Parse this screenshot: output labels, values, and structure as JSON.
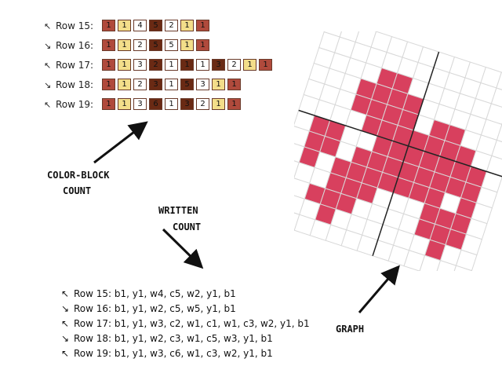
{
  "colors": {
    "b": "#b04a3c",
    "y": "#f3de8a",
    "w": "#ffffff",
    "c": "#6a2a14",
    "graph_fill": "#d8405e",
    "grid": "#d8d8d8",
    "axis": "#222222"
  },
  "color_block_rows": [
    {
      "label": "Row 15:",
      "arrow": "↖",
      "blocks": [
        {
          "c": "b",
          "n": "1"
        },
        {
          "c": "y",
          "n": "1"
        },
        {
          "c": "w",
          "n": "4"
        },
        {
          "c": "c",
          "n": "5"
        },
        {
          "c": "w",
          "n": "2"
        },
        {
          "c": "y",
          "n": "1"
        },
        {
          "c": "b",
          "n": "1"
        }
      ]
    },
    {
      "label": "Row 16:",
      "arrow": "↘",
      "blocks": [
        {
          "c": "b",
          "n": "1"
        },
        {
          "c": "y",
          "n": "1"
        },
        {
          "c": "w",
          "n": "2"
        },
        {
          "c": "c",
          "n": "5"
        },
        {
          "c": "w",
          "n": "5"
        },
        {
          "c": "y",
          "n": "1"
        },
        {
          "c": "b",
          "n": "1"
        }
      ]
    },
    {
      "label": "Row 17:",
      "arrow": "↖",
      "blocks": [
        {
          "c": "b",
          "n": "1"
        },
        {
          "c": "y",
          "n": "1"
        },
        {
          "c": "w",
          "n": "3"
        },
        {
          "c": "c",
          "n": "2"
        },
        {
          "c": "w",
          "n": "1"
        },
        {
          "c": "c",
          "n": "1"
        },
        {
          "c": "w",
          "n": "1"
        },
        {
          "c": "c",
          "n": "3"
        },
        {
          "c": "w",
          "n": "2"
        },
        {
          "c": "y",
          "n": "1"
        },
        {
          "c": "b",
          "n": "1"
        }
      ]
    },
    {
      "label": "Row 18:",
      "arrow": "↘",
      "blocks": [
        {
          "c": "b",
          "n": "1"
        },
        {
          "c": "y",
          "n": "1"
        },
        {
          "c": "w",
          "n": "2"
        },
        {
          "c": "c",
          "n": "3"
        },
        {
          "c": "w",
          "n": "1"
        },
        {
          "c": "c",
          "n": "5"
        },
        {
          "c": "w",
          "n": "3"
        },
        {
          "c": "y",
          "n": "1"
        },
        {
          "c": "b",
          "n": "1"
        }
      ]
    },
    {
      "label": "Row 19:",
      "arrow": "↖",
      "blocks": [
        {
          "c": "b",
          "n": "1"
        },
        {
          "c": "y",
          "n": "1"
        },
        {
          "c": "w",
          "n": "3"
        },
        {
          "c": "c",
          "n": "6"
        },
        {
          "c": "w",
          "n": "1"
        },
        {
          "c": "c",
          "n": "3"
        },
        {
          "c": "w",
          "n": "2"
        },
        {
          "c": "y",
          "n": "1"
        },
        {
          "c": "b",
          "n": "1"
        }
      ]
    }
  ],
  "captions": {
    "color_block_1": "COLOR-BLOCK",
    "color_block_2": "COUNT",
    "written_1": "WRITTEN",
    "written_2": "COUNT",
    "graph": "GRAPH"
  },
  "written_rows": [
    {
      "arrow": "↖",
      "text": "Row 15: b1, y1, w4, c5, w2, y1, b1"
    },
    {
      "arrow": "↘",
      "text": "Row 16: b1, y1, w2, c5, w5, y1, b1"
    },
    {
      "arrow": "↖",
      "text": "Row 17: b1, y1, w3, c2, w1, c1, w1, c3, w2, y1, b1"
    },
    {
      "arrow": "↘",
      "text": "Row 18: b1, y1, w2, c3, w1, c5, w3, y1, b1"
    },
    {
      "arrow": "↖",
      "text": "Row 19: b1, y1, w3, c6, w1, c3, w2, y1, b1"
    }
  ],
  "graph_grid": [
    "0000000000000",
    "0000000000000",
    "0000110000000",
    "0001111000000",
    "0001111011000",
    "0000111111100",
    "0110011111110",
    "0110111111110",
    "0101111111010",
    "0001110001110",
    "0011100001110",
    "0001000000100",
    "0000000000000"
  ]
}
